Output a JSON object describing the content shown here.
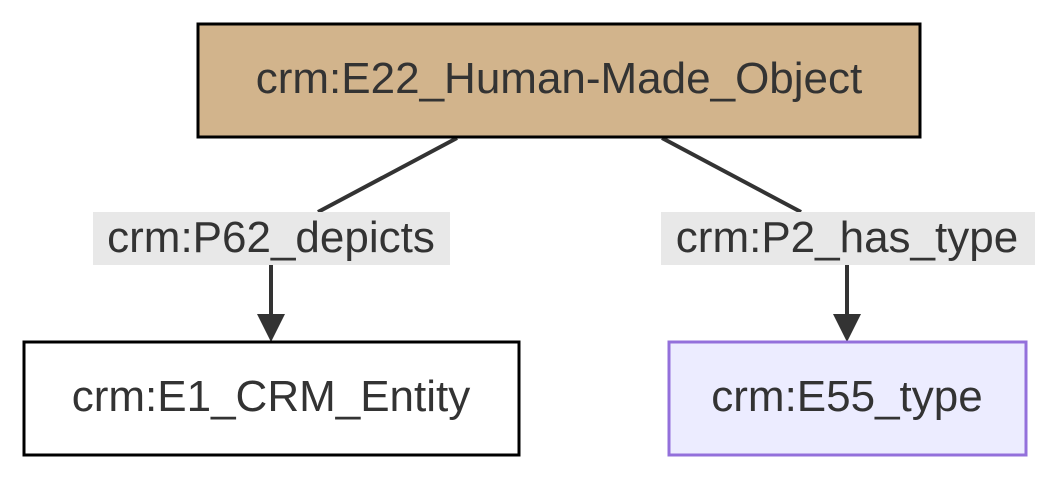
{
  "nodes": {
    "root": {
      "label": "crm:E22_Human-Made_Object",
      "fill": "#d2b48c",
      "stroke": "#000000"
    },
    "left": {
      "label": "crm:E1_CRM_Entity",
      "fill": "#ffffff",
      "stroke": "#000000"
    },
    "right": {
      "label": "crm:E55_type",
      "fill": "#ececff",
      "stroke": "#9370db"
    }
  },
  "edges": {
    "depicts": {
      "label": "crm:P62_depicts"
    },
    "has_type": {
      "label": "crm:P2_has_type"
    }
  },
  "colors": {
    "edge_line": "#333333",
    "edge_label_bg": "#e8e8e8",
    "text": "#333333"
  }
}
